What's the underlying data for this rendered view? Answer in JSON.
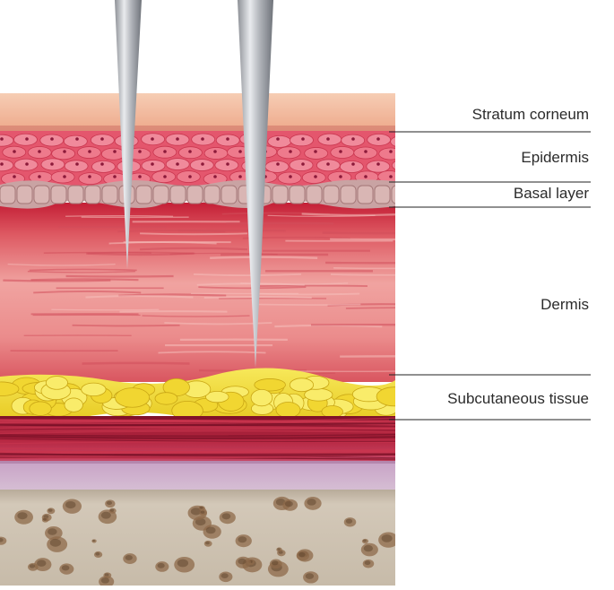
{
  "diagram": {
    "labels": [
      {
        "id": "stratum-corneum",
        "text": "Stratum corneum"
      },
      {
        "id": "epidermis",
        "text": "Epidermis"
      },
      {
        "id": "basal-layer",
        "text": "Basal layer"
      },
      {
        "id": "dermis",
        "text": "Dermis"
      },
      {
        "id": "subcutaneous-tissue",
        "text": "Subcutaneous tissue"
      }
    ],
    "colors": {
      "stratum_corneum": "#f1b99d",
      "epidermis": "#e0506a",
      "basal_layer": "#c9a4a4",
      "dermis_top": "#c7263a",
      "dermis": "#ee9a9a",
      "fat": "#f3de2e",
      "muscle": "#9e1b34",
      "fascia": "#c9a9c8",
      "bone": "#cbbfae",
      "needle": "#b9bcc2",
      "leader_line": "#222222"
    }
  }
}
